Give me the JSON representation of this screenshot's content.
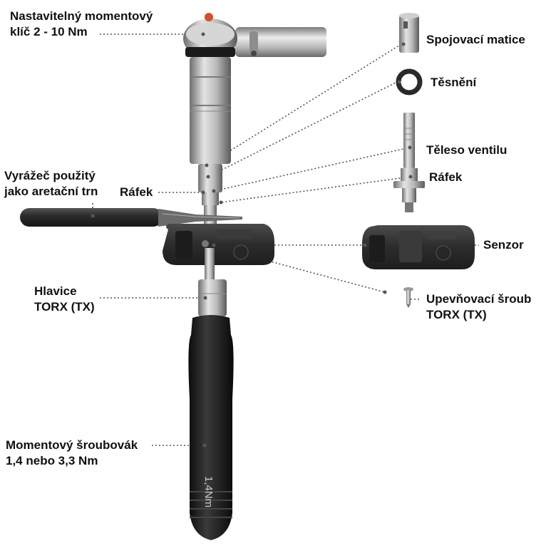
{
  "labels": {
    "torque_wrench": [
      "Nastavitelný momentový",
      "klíč 2 - 10 Nm"
    ],
    "punch": [
      "Vyrážeč použitý",
      "jako aretační trn"
    ],
    "notch_left": "Ráfek",
    "torx_bit": [
      "Hlavice",
      "TORX (TX)"
    ],
    "screwdriver": [
      "Momentový šroubovák",
      "1,4 nebo 3,3 Nm"
    ],
    "cap_nut": "Spojovací matice",
    "seal": "Těsnění",
    "valve_body": "Těleso ventilu",
    "notch_right": "Ráfek",
    "sensor": "Senzor",
    "screw": [
      "Upevňovací šroub",
      "TORX (TX)"
    ]
  },
  "handle_marking": "1,4Nm",
  "colors": {
    "metal_light": "#d9d9d9",
    "metal_mid": "#a8a8a8",
    "metal_dark": "#5e5e5e",
    "handle": "#1a1a1a",
    "sensor_body": "#2e2e2e",
    "leader_line": "#555555",
    "accent_red": "#d2502b"
  }
}
